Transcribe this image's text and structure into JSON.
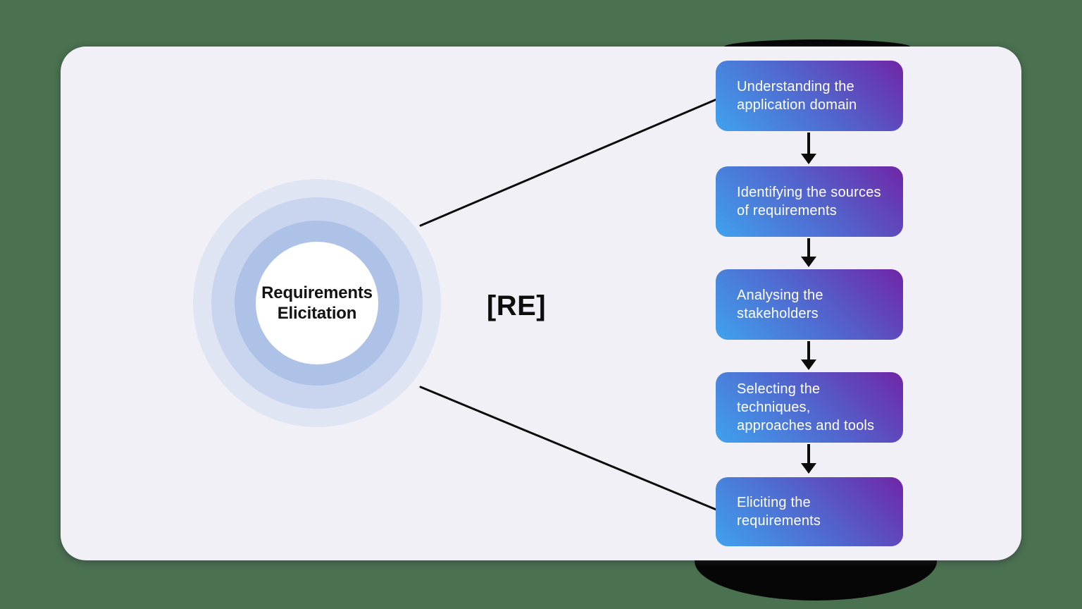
{
  "hub": {
    "label": "Requirements\nElicitation"
  },
  "center_tag": "[RE]",
  "steps": [
    "Understanding the application domain",
    "Identifying the sources of requirements",
    "Analysing the stakeholders",
    "Selecting the techniques, approaches and tools",
    "Eliciting the requirements"
  ],
  "colors": {
    "bg-green": "#4a7150",
    "card-bg": "#f2f0f7",
    "ring-outer": "#e0e5f4",
    "ring-mid": "#c9d5ee",
    "ring-inner": "#aec2e8",
    "box-grad-start": "#3fa2ee",
    "box-grad-mid": "#5264cd",
    "box-grad-end": "#7026a6",
    "line-black": "#0c0c0c",
    "blob-black": "#060606"
  }
}
